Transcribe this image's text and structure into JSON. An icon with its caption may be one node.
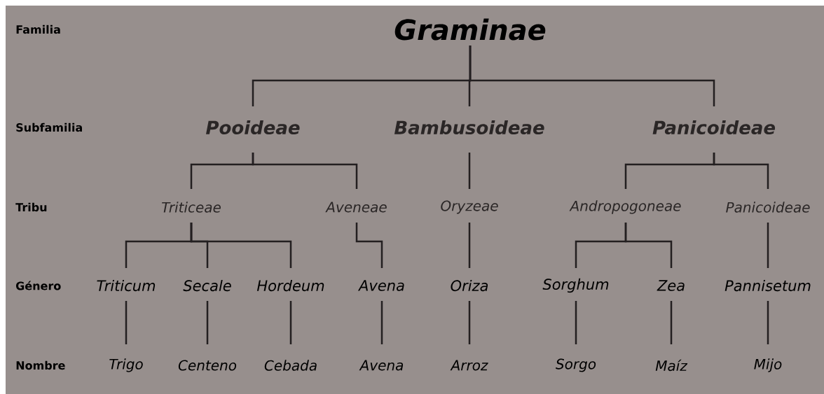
{
  "diagram": {
    "nodes": [
      {
        "text": [
          "Graminae"
        ]
      },
      {
        "text": [
          "Pooideae"
        ]
      },
      {
        "text": [
          "Bambusoideae"
        ]
      },
      {
        "text": [
          "Panicoideae"
        ]
      },
      {
        "text": [
          "Triticeae"
        ]
      },
      {
        "text": [
          "Aveneae"
        ]
      },
      {
        "text": [
          "Oryzeae"
        ]
      },
      {
        "text": [
          "Andropogoneae"
        ]
      },
      {
        "text": [
          "Panicoideae"
        ]
      },
      {
        "text": [
          "Triticum"
        ]
      },
      {
        "text": [
          "Secale"
        ]
      },
      {
        "text": [
          "Hordeum"
        ]
      },
      {
        "text": [
          "Avena"
        ]
      },
      {
        "text": [
          "Oriza"
        ]
      },
      {
        "text": [
          "Sorghum"
        ]
      },
      {
        "text": [
          "Zea"
        ]
      },
      {
        "text": [
          "Pannisetum"
        ]
      },
      {
        "text": [
          "Trigo"
        ]
      },
      {
        "text": [
          "Centeno"
        ]
      },
      {
        "text": [
          "Cebada"
        ]
      },
      {
        "text": [
          "Avena"
        ]
      },
      {
        "text": [
          "Arroz"
        ]
      },
      {
        "text": [
          "Sorgo"
        ]
      },
      {
        "text": [
          "Maíz"
        ]
      },
      {
        "text": [
          "Mijo"
        ]
      }
    ],
    "edges": [
      {
        "from": 0,
        "to": 1,
        "arrow": "none"
      },
      {
        "from": 0,
        "to": 2,
        "arrow": "none"
      },
      {
        "from": 0,
        "to": 3,
        "arrow": "none"
      },
      {
        "from": 1,
        "to": 4,
        "arrow": "none"
      },
      {
        "from": 1,
        "to": 5,
        "arrow": "none"
      },
      {
        "from": 2,
        "to": 6,
        "arrow": "none"
      },
      {
        "from": 3,
        "to": 7,
        "arrow": "none"
      },
      {
        "from": 3,
        "to": 8,
        "arrow": "none"
      },
      {
        "from": 4,
        "to": 9,
        "arrow": "none"
      },
      {
        "from": 4,
        "to": 10,
        "arrow": "none"
      },
      {
        "from": 4,
        "to": 11,
        "arrow": "none"
      },
      {
        "from": 5,
        "to": 12,
        "arrow": "none"
      },
      {
        "from": 6,
        "to": 13,
        "arrow": "none"
      },
      {
        "from": 7,
        "to": 14,
        "arrow": "none"
      },
      {
        "from": 7,
        "to": 15,
        "arrow": "none"
      },
      {
        "from": 8,
        "to": 16,
        "arrow": "none"
      },
      {
        "from": 9,
        "to": 17,
        "arrow": "none"
      },
      {
        "from": 10,
        "to": 18,
        "arrow": "none"
      },
      {
        "from": 11,
        "to": 19,
        "arrow": "none"
      },
      {
        "from": 12,
        "to": 20,
        "arrow": "none"
      },
      {
        "from": 13,
        "to": 21,
        "arrow": "none"
      },
      {
        "from": 14,
        "to": 22,
        "arrow": "none"
      },
      {
        "from": 15,
        "to": 23,
        "arrow": "none"
      },
      {
        "from": 16,
        "to": 24,
        "arrow": "none"
      }
    ],
    "labels": [
      "Familia",
      "Subfamilia",
      "Tribu",
      "Género",
      "Nombre"
    ]
  }
}
